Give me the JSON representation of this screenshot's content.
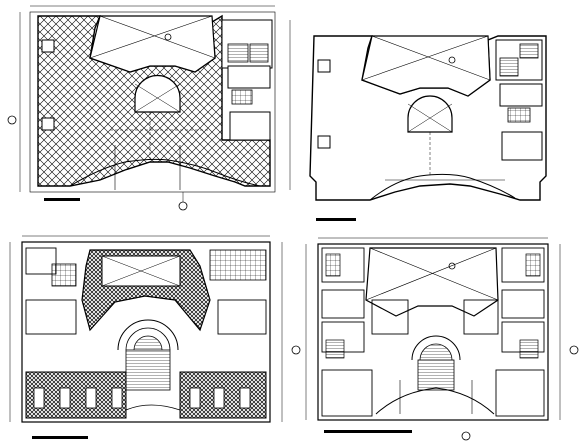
{
  "sheet": {
    "plans": [
      {
        "id": "plan-1",
        "label": ""
      },
      {
        "id": "plan-2",
        "label": ""
      },
      {
        "id": "plan-3",
        "label": ""
      },
      {
        "id": "plan-4",
        "label": ""
      }
    ],
    "ink_color": "#000000",
    "hatch_color": "#000000",
    "background": "#ffffff"
  }
}
